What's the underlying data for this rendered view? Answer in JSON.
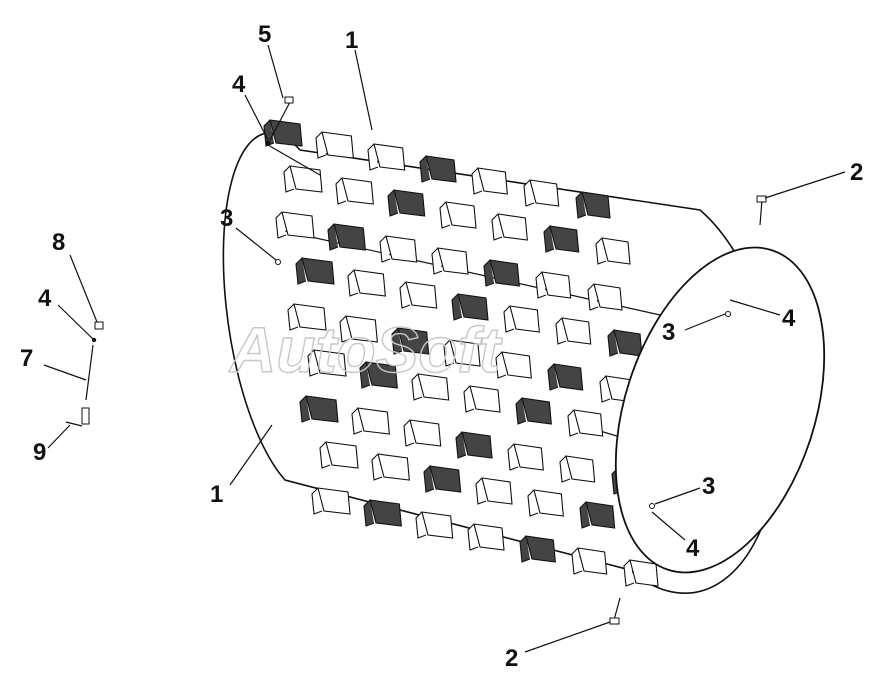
{
  "watermark": "AutoSoft",
  "callouts": [
    {
      "id": "c1a",
      "text": "1"
    },
    {
      "id": "c1b",
      "text": "1"
    },
    {
      "id": "c2a",
      "text": "2"
    },
    {
      "id": "c2b",
      "text": "2"
    },
    {
      "id": "c3a",
      "text": "3"
    },
    {
      "id": "c3b",
      "text": "3"
    },
    {
      "id": "c3c",
      "text": "3"
    },
    {
      "id": "c4a",
      "text": "4"
    },
    {
      "id": "c4b",
      "text": "4"
    },
    {
      "id": "c4c",
      "text": "4"
    },
    {
      "id": "c4d",
      "text": "4"
    },
    {
      "id": "c5",
      "text": "5"
    },
    {
      "id": "c7",
      "text": "7"
    },
    {
      "id": "c8",
      "text": "8"
    },
    {
      "id": "c9",
      "text": "9"
    }
  ],
  "colors": {
    "ink": "#111111",
    "watermark": "#c8c8c8",
    "background": "#ffffff"
  }
}
